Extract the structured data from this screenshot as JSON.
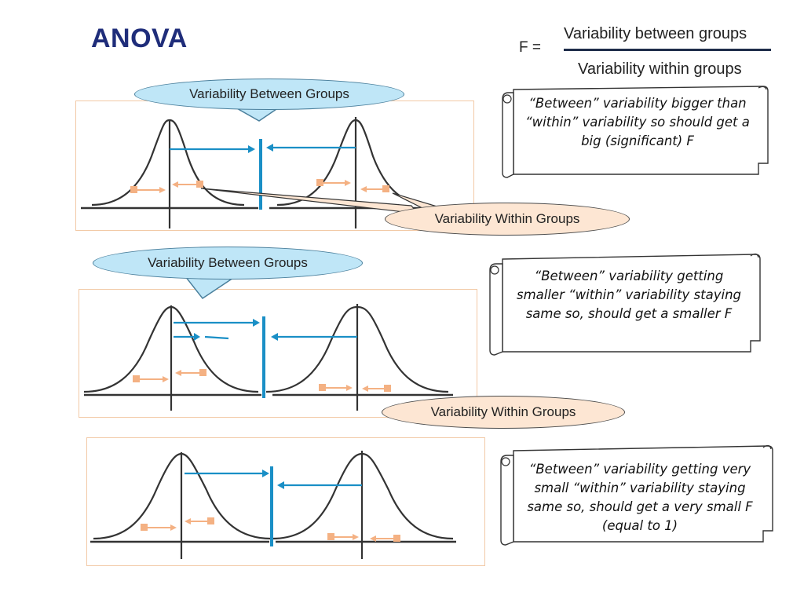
{
  "title": "ANOVA",
  "formula": {
    "lhs": "F =",
    "numerator": "Variability between groups",
    "denominator": "Variability within groups"
  },
  "panels": [
    {
      "between_label": "Variability Between Groups",
      "within_label": "Variability Within Groups",
      "note": "“Between” variability bigger than “within” variability so should get a big (significant) F"
    },
    {
      "between_label": "Variability Between Groups",
      "within_label": "Variability Within Groups",
      "note": "“Between” variability getting smaller “within” variability staying same so, should get a smaller F"
    },
    {
      "note": "“Between” variability getting very small “within” variability staying same so, should get a very small  F  (equal to 1)"
    }
  ],
  "colors": {
    "title": "#1f2d7a",
    "between_arrow": "#1a8fc6",
    "within_arrow": "#f4b183",
    "curve": "#333333",
    "panel_border": "#f2c9a6",
    "between_bubble": "#bfe6f7",
    "within_bubble": "#fde6d3"
  }
}
